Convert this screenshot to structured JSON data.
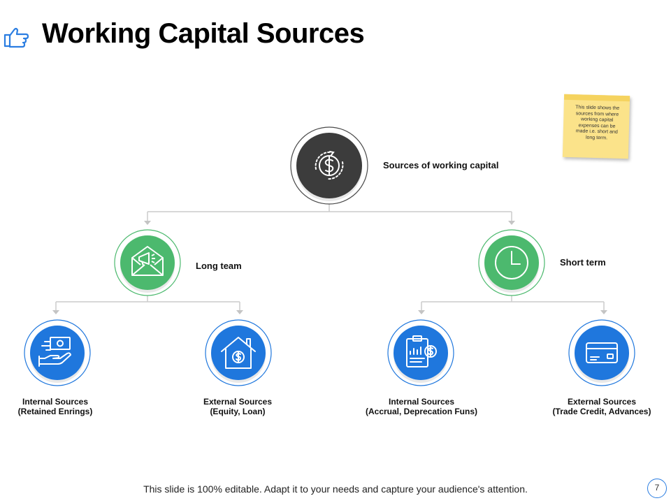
{
  "slide": {
    "title": "Working Capital Sources",
    "footer": "This slide is 100% editable. Adapt it to your needs and capture your audience's attention.",
    "page_number": "7"
  },
  "sticky_note": {
    "text": "This slide shows the sources from where working capital expenses can be made i.e. short and long term."
  },
  "colors": {
    "root": "#3c3c3c",
    "branch": "#4cb96e",
    "leaf": "#1f77dd",
    "connector": "#cccccc",
    "sticky": "#fbe38a"
  },
  "diagram": {
    "root": {
      "label": "Sources of working capital",
      "icon": "dollar-cycle-icon"
    },
    "branches": [
      {
        "label": "Long team",
        "icon": "envelope-megaphone-icon",
        "children": [
          {
            "line1": "Internal Sources",
            "line2": "(Retained Enrings)",
            "icon": "hand-cash-icon"
          },
          {
            "line1": "External Sources",
            "line2": "(Equity,  Loan)",
            "icon": "house-dollar-icon"
          }
        ]
      },
      {
        "label": "Short term",
        "icon": "clock-icon",
        "children": [
          {
            "line1": "Internal Sources",
            "line2": "(Accrual, Deprecation Funs)",
            "icon": "clipboard-dollar-icon"
          },
          {
            "line1": "External Sources",
            "line2": "(Trade Credit, Advances)",
            "icon": "credit-card-icon"
          }
        ]
      }
    ]
  }
}
